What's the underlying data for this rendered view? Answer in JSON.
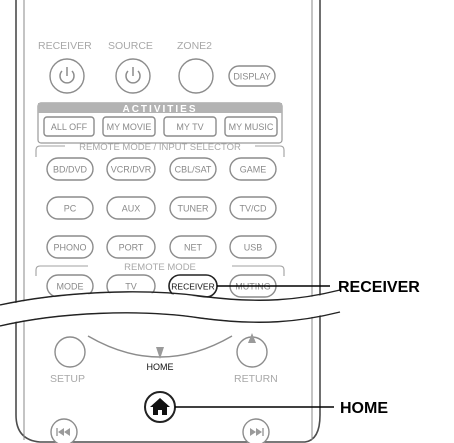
{
  "top_labels": {
    "receiver": "RECEIVER",
    "source": "SOURCE",
    "zone2": "ZONE2"
  },
  "power_row": {
    "display": "DISPLAY"
  },
  "activities": {
    "title": "ACTIVITIES",
    "buttons": [
      "ALL OFF",
      "MY MOVIE",
      "MY TV",
      "MY MUSIC"
    ]
  },
  "input_selector": {
    "title": "REMOTE MODE / INPUT SELECTOR",
    "rows": [
      [
        "BD/DVD",
        "VCR/DVR",
        "CBL/SAT",
        "GAME"
      ],
      [
        "PC",
        "AUX",
        "TUNER",
        "TV/CD"
      ],
      [
        "PHONO",
        "PORT",
        "NET",
        "USB"
      ]
    ]
  },
  "remote_mode": {
    "title": "REMOTE MODE",
    "buttons": [
      "MODE",
      "TV",
      "RECEIVER",
      "MUTING"
    ]
  },
  "lower": {
    "setup": "SETUP",
    "home": "HOME",
    "return": "RETURN"
  },
  "callouts": {
    "receiver": "RECEIVER",
    "home": "HOME"
  },
  "icons": [
    "power-icon",
    "home-icon",
    "rewind-icon",
    "fast-forward-icon",
    "arrow-up-icon",
    "arrow-down-icon"
  ],
  "colors": {
    "panel": "#ffffff",
    "outline": "#5a5a5a",
    "button_stroke": "#8c8c8c",
    "text_gray": "#a8a8a8",
    "callout_text": "#000000"
  }
}
